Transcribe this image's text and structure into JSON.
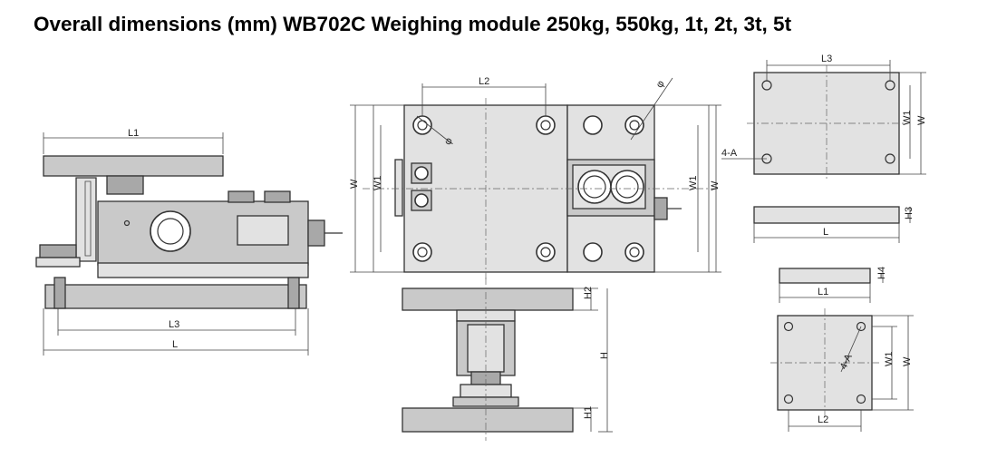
{
  "title": "Overall dimensions (mm) WB702C Weighing module 250kg, 550kg, 1t, 2t, 3t, 5t",
  "labels": {
    "L": "L",
    "L1": "L1",
    "L2": "L2",
    "L3": "L3",
    "W": "W",
    "W1": "W1",
    "H": "H",
    "H1": "H1",
    "H2": "H2",
    "H3": "H3",
    "H4": "H4",
    "phi": "φ",
    "holes": "4-A"
  },
  "colors": {
    "line": "#333333",
    "fill": "#c9c9c9",
    "dark_fill": "#a8a8a8"
  }
}
